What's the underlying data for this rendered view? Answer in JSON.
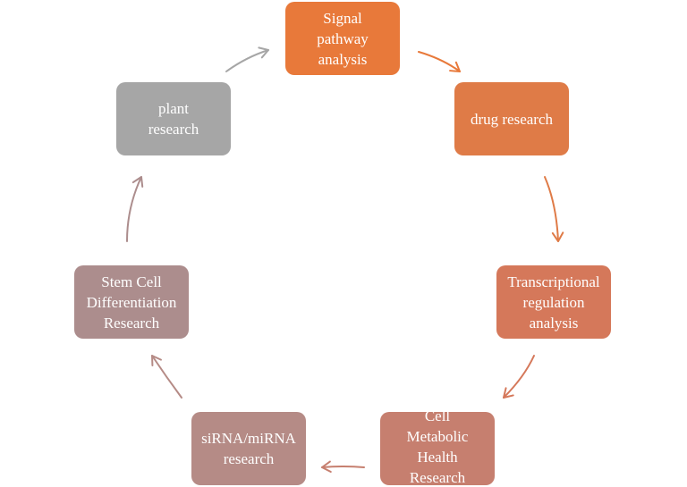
{
  "diagram": {
    "nodes": [
      {
        "id": "signal",
        "label": "Signal pathway analysis",
        "color": "#E8793A"
      },
      {
        "id": "drug",
        "label": "drug research",
        "color": "#DF7B47"
      },
      {
        "id": "transcription",
        "label": "Transcriptional regulation analysis",
        "color": "#D5785A"
      },
      {
        "id": "metabolic",
        "label": "Cell Metabolic Health Research",
        "color": "#C67F6F"
      },
      {
        "id": "sirna",
        "label": "siRNA/miRNA research",
        "color": "#B58B86"
      },
      {
        "id": "stem",
        "label": "Stem Cell Differentiation Research",
        "color": "#AC8D8D"
      },
      {
        "id": "plant",
        "label": "plant research",
        "color": "#A6A6A6"
      }
    ],
    "cycle_order": [
      "signal",
      "drug",
      "transcription",
      "metabolic",
      "sirna",
      "stem",
      "plant"
    ],
    "arrow_colors": [
      "#E8793A",
      "#DF7B47",
      "#D5785A",
      "#C67F6F",
      "#B58B86",
      "#AC8D8D",
      "#A6A6A6"
    ]
  }
}
